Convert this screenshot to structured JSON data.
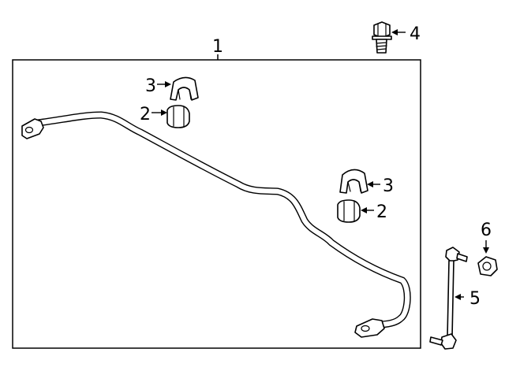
{
  "callouts": {
    "c1": "1",
    "c2a": "2",
    "c2b": "2",
    "c3a": "3",
    "c3b": "3",
    "c4": "4",
    "c5": "5",
    "c6": "6"
  },
  "colors": {
    "line": "#000000",
    "background": "#ffffff"
  }
}
